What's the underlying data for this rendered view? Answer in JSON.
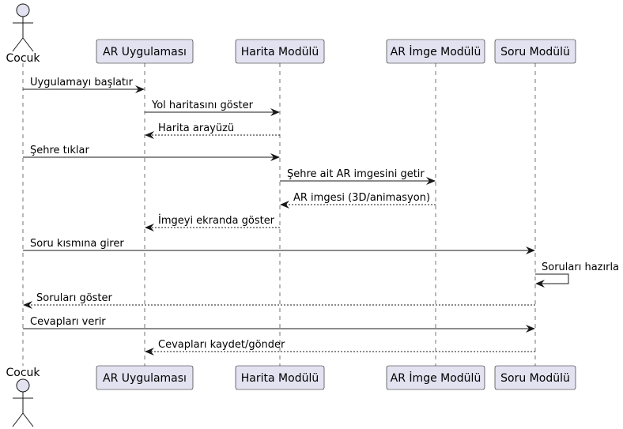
{
  "participants": [
    {
      "id": "cocuk",
      "label": "Cocuk",
      "kind": "actor"
    },
    {
      "id": "ar_app",
      "label": "AR Uygulaması",
      "kind": "box"
    },
    {
      "id": "harita",
      "label": "Harita Modülü",
      "kind": "box"
    },
    {
      "id": "ar_imge",
      "label": "AR İmge Modülü",
      "kind": "box"
    },
    {
      "id": "soru",
      "label": "Soru Modülü",
      "kind": "box"
    }
  ],
  "messages": [
    {
      "from": "cocuk",
      "to": "ar_app",
      "label": "Uygulamayı başlatır",
      "style": "solid"
    },
    {
      "from": "ar_app",
      "to": "harita",
      "label": "Yol haritasını göster",
      "style": "solid"
    },
    {
      "from": "harita",
      "to": "ar_app",
      "label": "Harita arayüzü",
      "style": "dashed"
    },
    {
      "from": "cocuk",
      "to": "harita",
      "label": "Şehre tıklar",
      "style": "solid"
    },
    {
      "from": "harita",
      "to": "ar_imge",
      "label": "Şehre ait AR imgesini getir",
      "style": "solid"
    },
    {
      "from": "ar_imge",
      "to": "harita",
      "label": "AR imgesi (3D/animasyon)",
      "style": "dashed"
    },
    {
      "from": "harita",
      "to": "ar_app",
      "label": "İmgeyi ekranda göster",
      "style": "dashed"
    },
    {
      "from": "cocuk",
      "to": "soru",
      "label": "Soru kısmına girer",
      "style": "solid"
    },
    {
      "from": "soru",
      "to": "soru",
      "label": "Soruları hazırla",
      "style": "self"
    },
    {
      "from": "soru",
      "to": "cocuk",
      "label": "Soruları göster",
      "style": "dashed"
    },
    {
      "from": "cocuk",
      "to": "soru",
      "label": "Cevapları verir",
      "style": "solid"
    },
    {
      "from": "soru",
      "to": "ar_app",
      "label": "Cevapları kaydet/gönder",
      "style": "dashed"
    }
  ],
  "colors": {
    "box_fill": "#e2e2f0",
    "box_stroke": "#181818",
    "lifeline": "#181818",
    "arrow": "#181818"
  }
}
